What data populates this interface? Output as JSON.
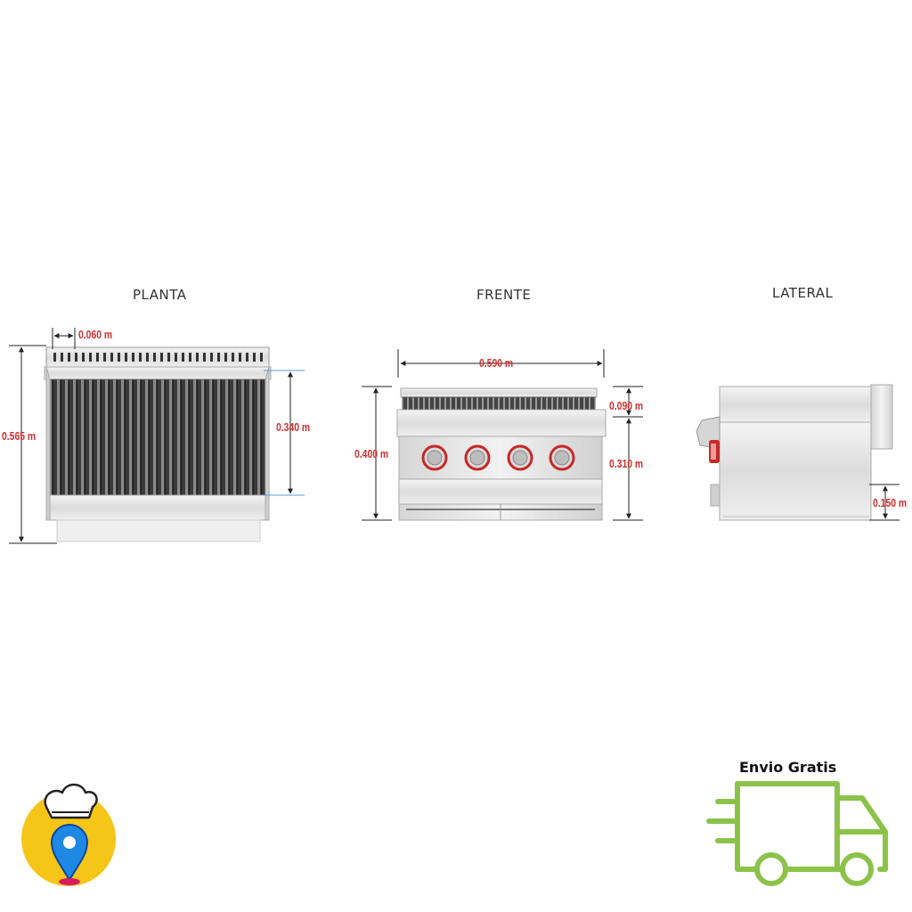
{
  "views": {
    "planta": "PLANTA",
    "frente": "FRENTE",
    "lateral": "LATERAL"
  },
  "dimensions": {
    "planta_gap": "0.060 m",
    "planta_depth": "0.565 m",
    "planta_grill": "0.340 m",
    "frente_width": "0.590 m",
    "frente_height": "0.400 m",
    "frente_top": "0.090 m",
    "frente_body": "0.310 m",
    "lateral_base": "0.150 m"
  },
  "badge": {
    "free_shipping": "Envio Gratis"
  },
  "colors": {
    "dimension_text": "#d32f2f",
    "truck_outline": "#8bc34a",
    "logo_circle": "#f5c518"
  },
  "icons": [
    "chef-location-logo-icon",
    "delivery-truck-icon"
  ]
}
